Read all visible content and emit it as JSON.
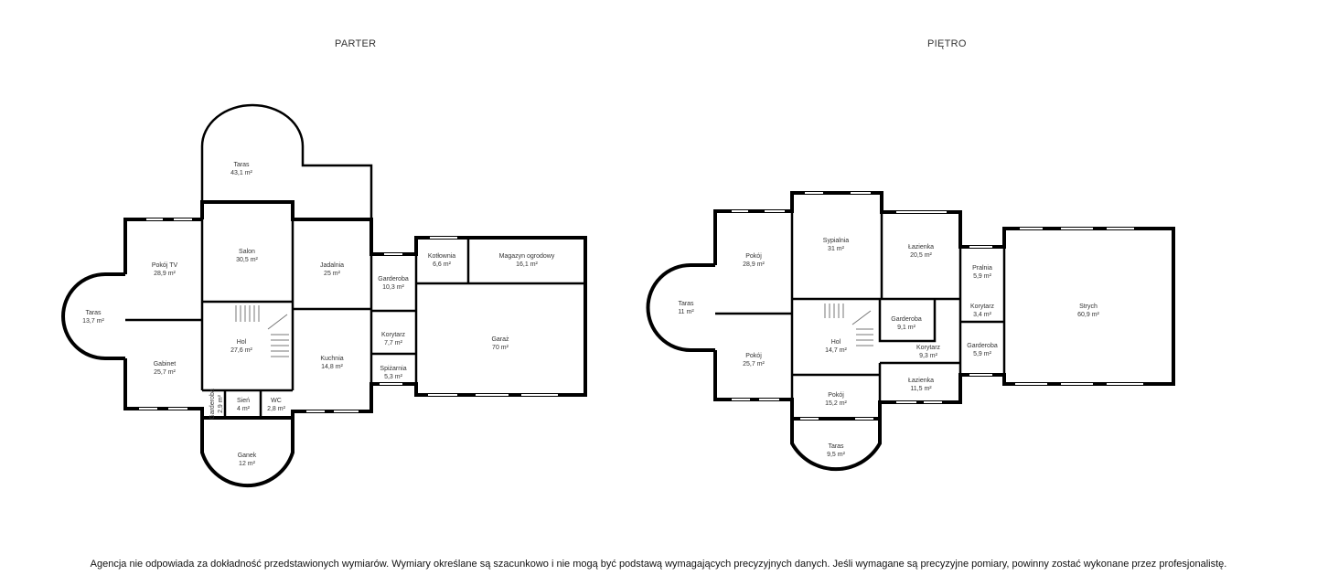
{
  "floors": [
    {
      "title": "PARTER",
      "rooms": [
        {
          "name": "Taras",
          "area": "43,1 m²"
        },
        {
          "name": "Pokój TV",
          "area": "28,9 m²"
        },
        {
          "name": "Salon",
          "area": "30,5 m²"
        },
        {
          "name": "Jadalnia",
          "area": "25 m²"
        },
        {
          "name": "Taras",
          "area": "13,7 m²"
        },
        {
          "name": "Hol",
          "area": "27,6 m²"
        },
        {
          "name": "Gabinet",
          "area": "25,7 m²"
        },
        {
          "name": "Kuchnia",
          "area": "14,8 m²"
        },
        {
          "name": "Garderoba",
          "area": "10,3 m²"
        },
        {
          "name": "Korytarz",
          "area": "7,7 m²"
        },
        {
          "name": "Spiżarnia",
          "area": "5,3 m²"
        },
        {
          "name": "Kotłownia",
          "area": "6,6 m²"
        },
        {
          "name": "Magazyn ogrodowy",
          "area": "16,1 m²"
        },
        {
          "name": "Garaż",
          "area": "70 m²"
        },
        {
          "name": "Garderoba",
          "area": "2,9 m²"
        },
        {
          "name": "Sień",
          "area": "4 m²"
        },
        {
          "name": "WC",
          "area": "2,8 m²"
        },
        {
          "name": "Ganek",
          "area": "12 m²"
        }
      ]
    },
    {
      "title": "PIĘTRO",
      "rooms": [
        {
          "name": "Pokój",
          "area": "28,9 m²"
        },
        {
          "name": "Sypialnia",
          "area": "31 m²"
        },
        {
          "name": "Łazienka",
          "area": "20,5 m²"
        },
        {
          "name": "Pralnia",
          "area": "5,9 m²"
        },
        {
          "name": "Strych",
          "area": "60,9 m²"
        },
        {
          "name": "Taras",
          "area": "11 m²"
        },
        {
          "name": "Hol",
          "area": "14,7 m²"
        },
        {
          "name": "Garderoba",
          "area": "9,1 m²"
        },
        {
          "name": "Korytarz",
          "area": "3,4 m²"
        },
        {
          "name": "Pokój",
          "area": "25,7 m²"
        },
        {
          "name": "Korytarz",
          "area": "9,3 m²"
        },
        {
          "name": "Garderoba",
          "area": "5,9 m²"
        },
        {
          "name": "Łazienka",
          "area": "11,5 m²"
        },
        {
          "name": "Pokój",
          "area": "15,2 m²"
        },
        {
          "name": "Taras",
          "area": "9,5 m²"
        }
      ]
    }
  ],
  "disclaimer": "Agencja nie odpowiada za dokładność przedstawionych wymiarów. Wymiary określane są szacunkowo i nie mogą być podstawą wymagających precyzyjnych danych. Jeśli wymagane są precyzyjne pomiary, powinny zostać wykonane przez profesjonalistę."
}
